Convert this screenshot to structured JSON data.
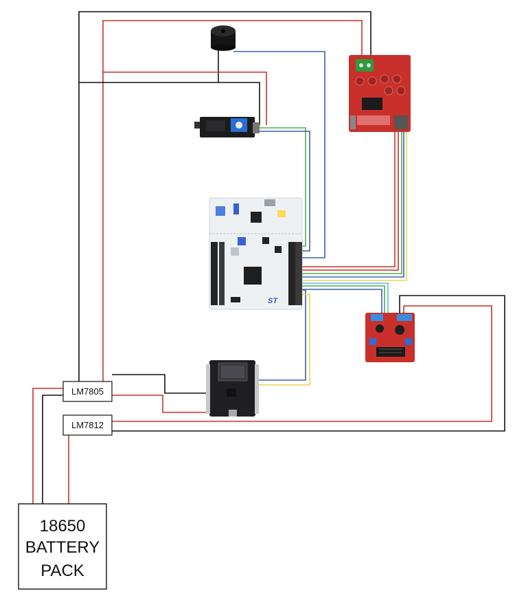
{
  "labels": {
    "battery_line1": "18650",
    "battery_line2": "BATTERY",
    "battery_line3": "PACK",
    "reg5v": "LM7805",
    "reg12v": "LM7812",
    "nucleo_brand": "ST"
  },
  "colors": {
    "red": "#c8322c",
    "black": "#111111",
    "green": "#4caf50",
    "blue": "#3b5fb0",
    "yellow": "#e8d84a",
    "light_blue": "#6ab4e8",
    "pcb_red": "#c9302c",
    "pcb_black": "#1f1f22",
    "nucleo_white": "#eef1f4"
  }
}
